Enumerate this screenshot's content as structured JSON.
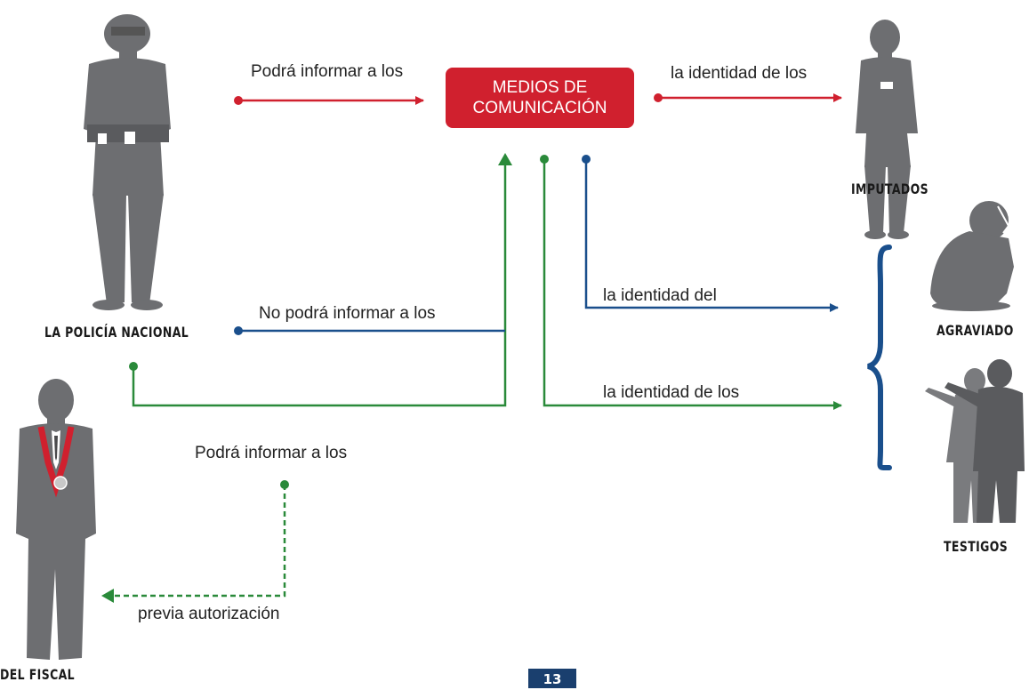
{
  "colors": {
    "red": "#d0202e",
    "blue": "#1a4f8c",
    "green": "#2a8a3a",
    "figure": "#6d6e71",
    "page_badge": "#1a3f6e"
  },
  "media_box": {
    "line1": "MEDIOS DE",
    "line2": "COMUNICACIÓN"
  },
  "labels": {
    "policia": "LA POLICÍA NACIONAL",
    "fiscal": "DEL FISCAL",
    "imputados": "IMPUTADOS",
    "agraviado": "AGRAVIADO",
    "testigos": "TESTIGOS"
  },
  "arrows": {
    "policia_to_media": "Podrá informar a los",
    "media_to_imputados": "la identidad de los",
    "policia_no_informar": "No podrá informar a los",
    "media_to_agraviado": "la identidad del",
    "media_to_testigos": "la identidad de los",
    "fiscal_podra": "Podrá informar a los",
    "fiscal_previa": "previa autorización"
  },
  "icons": {
    "police": "police-officer-icon",
    "prosecutor": "prosecutor-icon",
    "suspect": "handcuffed-suspect-icon",
    "victim": "crying-victim-icon",
    "witnesses": "witnesses-icon"
  },
  "page_number": "13"
}
